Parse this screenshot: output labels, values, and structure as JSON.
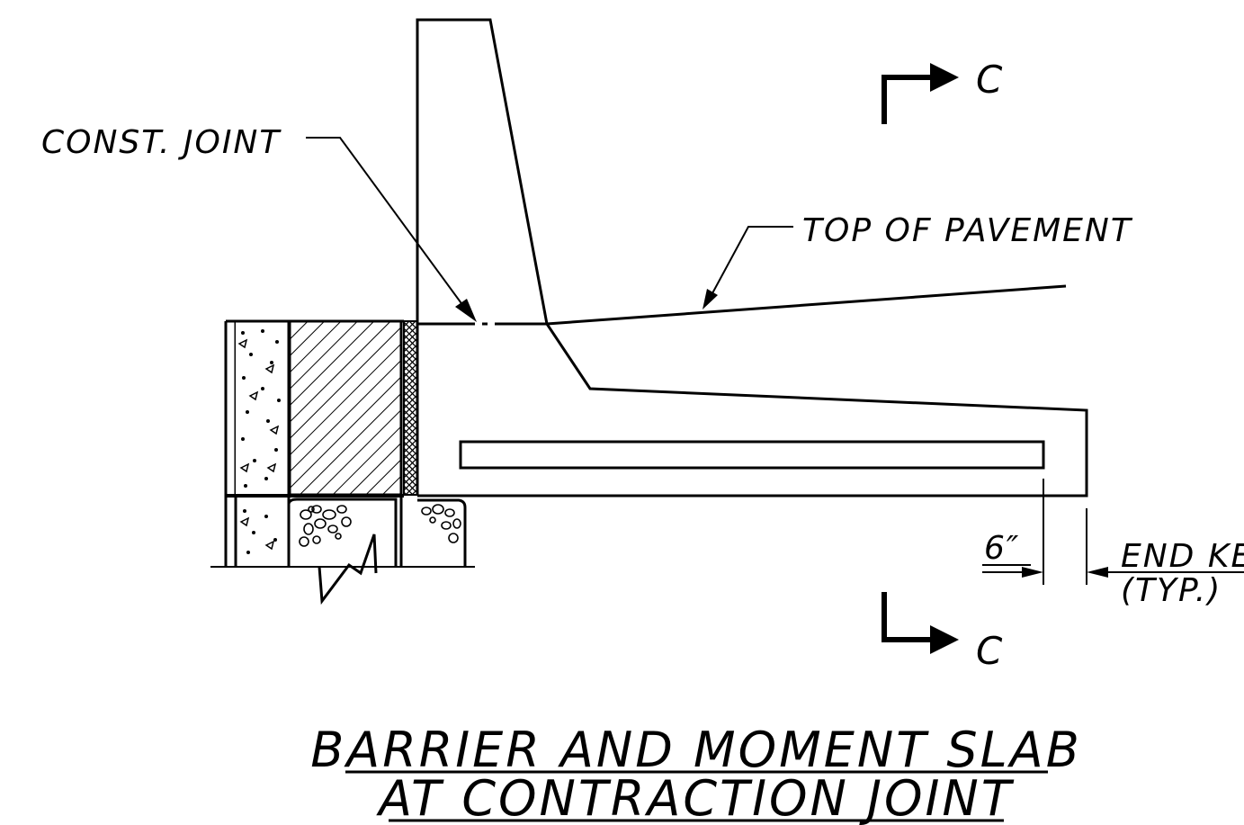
{
  "labels": {
    "const_joint": "CONST. JOINT",
    "top_of_pavement": "TOP OF PAVEMENT",
    "section_top": "C",
    "section_bottom": "C",
    "dimension": "6″",
    "end_key_line1": "END KEY",
    "end_key_line2": "(TYP.)"
  },
  "title": {
    "line1": "BARRIER AND MOMENT SLAB",
    "line2": "AT CONTRACTION JOINT"
  }
}
